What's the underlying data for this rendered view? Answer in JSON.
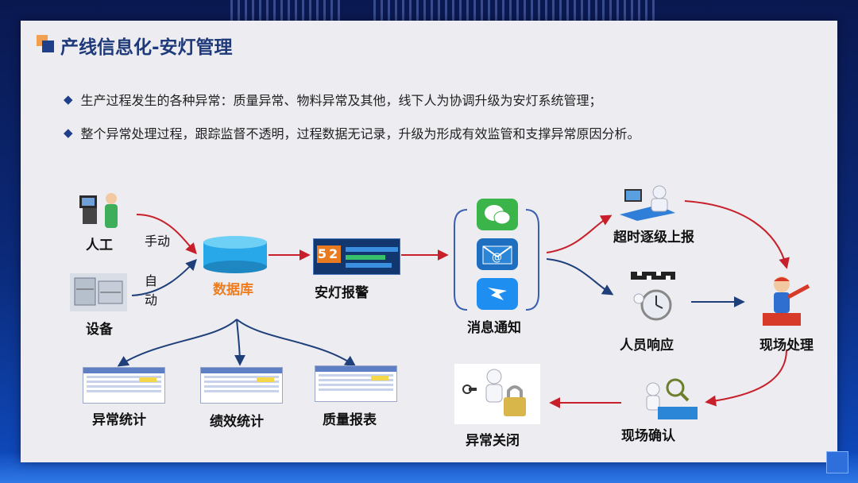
{
  "title": "产线信息化-安灯管理",
  "bullets": [
    "生产过程发生的各种异常：质量异常、物料异常及其他，线下人为协调升级为安灯系统管理；",
    "整个异常处理过程，跟踪监督不透明，过程数据无记录，升级为形成有效监管和支撑异常原因分析。"
  ],
  "nodes": {
    "manual": "人工",
    "equipment": "设备",
    "database": "数据库",
    "andon_alarm": "安灯报警",
    "notify": "消息通知",
    "escalate": "超时逐级上报",
    "response": "人员响应",
    "onsite": "现场处理",
    "confirm": "现场确认",
    "close": "异常关闭",
    "exception_stats": "异常统计",
    "performance_stats": "绩效统计",
    "quality_report": "质量报表"
  },
  "edges": {
    "manual_mode": "手动",
    "auto_mode": "自\n动"
  },
  "alarm_board": {
    "digits": "52"
  },
  "colors": {
    "accent": "#1f3a7a",
    "database": "#ee7d20",
    "arrow_red": "#c8202a",
    "arrow_blue": "#1f3f7a"
  },
  "icons": [
    "wechat-icon",
    "email-icon",
    "dingtalk-icon"
  ]
}
